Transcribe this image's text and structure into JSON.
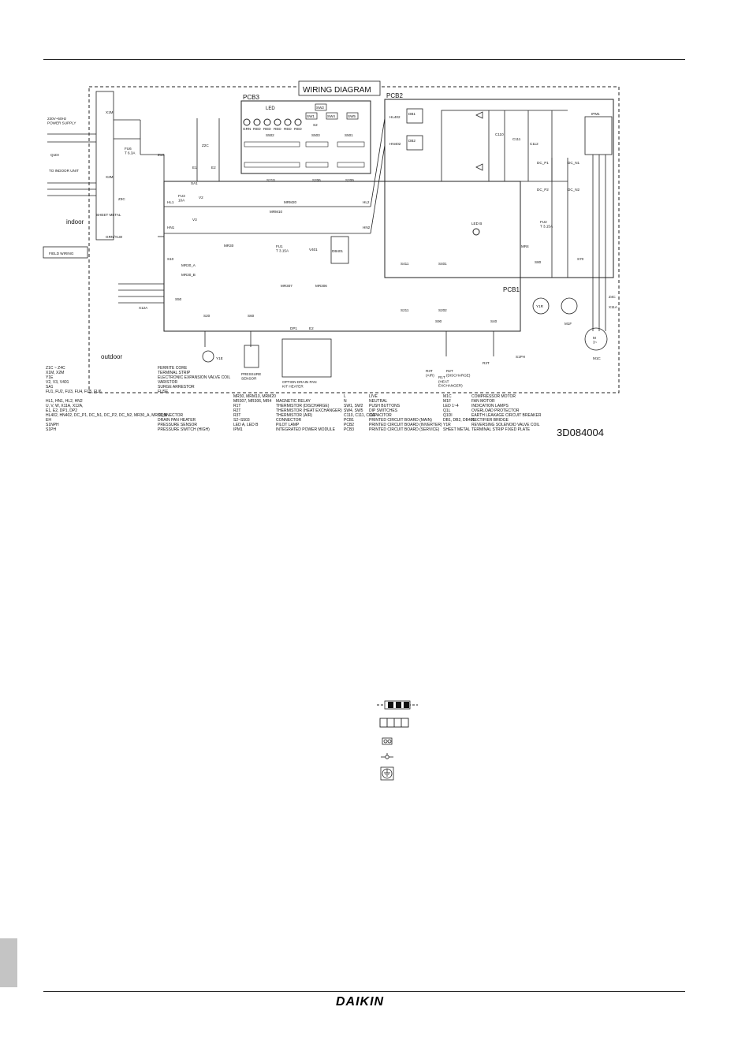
{
  "diagram": {
    "title": "WIRING DIAGRAM",
    "code": "3D084004",
    "power_supply": "230V~50Hz\nPOWER SUPPLY",
    "to_indoor": "TO INDOOR UNIT",
    "indoor": "indoor",
    "outdoor": "outdoor",
    "field_wiring": "FIELD WIRING",
    "sheet_metal": "SHEET METAL",
    "grn_yllw": "GRN/YLW",
    "pressure_sensor": "PRESSURE\nSENSOR",
    "drain_pan": "OPTION DRAIN PAN\nKIT HEATER",
    "pcb_labels": [
      "PCB3",
      "PCB2",
      "PCB1"
    ],
    "led_label": "LED",
    "led_colors": [
      "GRN",
      "RED",
      "RED",
      "RED",
      "RED",
      "RED"
    ],
    "switch_labels": [
      "SW2",
      "SW1",
      "SW4",
      "SW5"
    ],
    "connectors_top": [
      "S502",
      "S503",
      "S501",
      "S2",
      "S210",
      "S206",
      "S209"
    ],
    "connectors_bottom": [
      "S411",
      "S401",
      "S202",
      "S211",
      "S90",
      "S40",
      "S20",
      "S60",
      "S80",
      "S70",
      "S10",
      "S50"
    ],
    "terminals": [
      "X1M",
      "X2M",
      "X11A",
      "X12A"
    ],
    "fuses": [
      "FU6\nT 6.3A",
      "FU3\n10A",
      "FU1\nT 3.15A",
      "FU2\nT 3.15A"
    ],
    "ferrites": [
      "Z1C",
      "Z2C",
      "Z3C",
      "Z4C"
    ],
    "components": [
      "MRM10",
      "MRM20",
      "MR30",
      "MR30_A",
      "MR30_B",
      "MR307",
      "MR306",
      "MR4",
      "DB1",
      "DB2",
      "DB401",
      "IPM1",
      "C110",
      "C111",
      "C112",
      "V401",
      "SA1",
      "V2",
      "V3",
      "HL1",
      "HN1",
      "HL2",
      "HN2",
      "HL402",
      "HN402",
      "DC_P1",
      "DC_P2",
      "DC_N1",
      "DC_N2",
      "E1",
      "E2",
      "DP1",
      "DP2",
      "Y1E",
      "Y1R",
      "M1F",
      "M1C",
      "R1T",
      "R2T",
      "R3T",
      "S1PH",
      "Q1L",
      "LED B"
    ],
    "motor": "M\n3~",
    "sensor_labels": [
      "R3T\n(AIR)",
      "R1T\n(HEAT\nEXCHANGER)",
      "R2T\n(DISCHARGE)"
    ]
  },
  "legend": {
    "col1": [
      {
        "code": "Z1C ~ Z4C",
        "desc": "FERRITE CORE"
      },
      {
        "code": "X1M, X2M",
        "desc": "TERMINAL STRIP"
      },
      {
        "code": "Y1E",
        "desc": "ELECTRONIC EXPANSION VALVE COIL"
      },
      {
        "code": "V2, V3, V401",
        "desc": "VARISTOR"
      },
      {
        "code": "SA1",
        "desc": "SURGE ARRESTOR"
      },
      {
        "code": "FU1, FU2, FU3, FU4, FU5, FU6",
        "desc": "FUSE"
      },
      {
        "code": "HL1, HN1, HL2, HN2",
        "desc": ""
      },
      {
        "code": "U, V, W, X11A, X12A,",
        "desc": ""
      },
      {
        "code": "E1, E2, DP1, DP2",
        "desc": ""
      },
      {
        "code": "HL402, HN402, DC_P1, DC_N1, DC_P2, DC_N2, MR30_A, MR30_B",
        "desc": "CONNECTOR"
      },
      {
        "code": "EH",
        "desc": "DRAIN PAN HEATER"
      },
      {
        "code": "S1NPH",
        "desc": "PRESSURE SENSOR"
      },
      {
        "code": "S1PH",
        "desc": "PRESSURE SWITCH (HIGH)"
      }
    ],
    "col2": [
      {
        "code": "MR30, MRM10, MRM20",
        "desc": ""
      },
      {
        "code": "MR307, MR306, MR4",
        "desc": "MAGNETIC RELAY"
      },
      {
        "code": "R1T",
        "desc": "THERMISTOR (DISCHARGE)"
      },
      {
        "code": "R2T",
        "desc": "THERMISTOR (HEAT EXCHANGER)"
      },
      {
        "code": "R3T",
        "desc": "THERMISTOR (AIR)"
      },
      {
        "code": "S2~S503",
        "desc": "CONNECTOR"
      },
      {
        "code": "LED A, LED B",
        "desc": "PILOT LAMP"
      },
      {
        "code": "IPM1",
        "desc": "INTEGRATED POWER MODULE"
      }
    ],
    "col3": [
      {
        "code": "L",
        "desc": "LIVE"
      },
      {
        "code": "N",
        "desc": "NEUTRAL"
      },
      {
        "code": "SW1, SW2",
        "desc": "PUSH BUTTONS"
      },
      {
        "code": "SW4, SW5",
        "desc": "DIP SWITCHES"
      },
      {
        "code": "C110, C111, C112",
        "desc": "CAPACITOR"
      },
      {
        "code": "PCB1",
        "desc": "PRINTED CIRCUIT BOARD (MAIN)"
      },
      {
        "code": "PCB2",
        "desc": "PRINTED CIRCUIT BOARD (INVERTER)"
      },
      {
        "code": "PCB3",
        "desc": "PRINTED CIRCUIT BOARD (SERVICE)"
      }
    ],
    "col4": [
      {
        "code": "M1C",
        "desc": "COMPRESSOR MOTOR"
      },
      {
        "code": "M1F",
        "desc": "FAN MOTOR"
      },
      {
        "code": "LED 1~4",
        "desc": "INDICATION LAMPS"
      },
      {
        "code": "Q1L",
        "desc": "OVERLOAD PROTECTOR"
      },
      {
        "code": "Q1DI",
        "desc": "EARTH LEAKAGE CIRCUIT BREAKER"
      },
      {
        "code": "DB1, DB2, DB401",
        "desc": "RECTIFIER BRIDGE"
      },
      {
        "code": "Y1R",
        "desc": "REVERSING SOLENOID VALVE COIL"
      },
      {
        "code": "SHEET METAL",
        "desc": "TERMINAL STRIP FIXED PLATE"
      }
    ]
  },
  "symbols": [
    {
      "icon": "field-wiring-symbol",
      "label": ""
    },
    {
      "icon": "terminal-strip-symbol",
      "label": ""
    },
    {
      "icon": "connector-symbol",
      "label": ""
    },
    {
      "icon": "wire-clamp-symbol",
      "label": ""
    },
    {
      "icon": "protective-earth-symbol",
      "label": ""
    }
  ],
  "footer": {
    "brand": "DAIKIN"
  }
}
